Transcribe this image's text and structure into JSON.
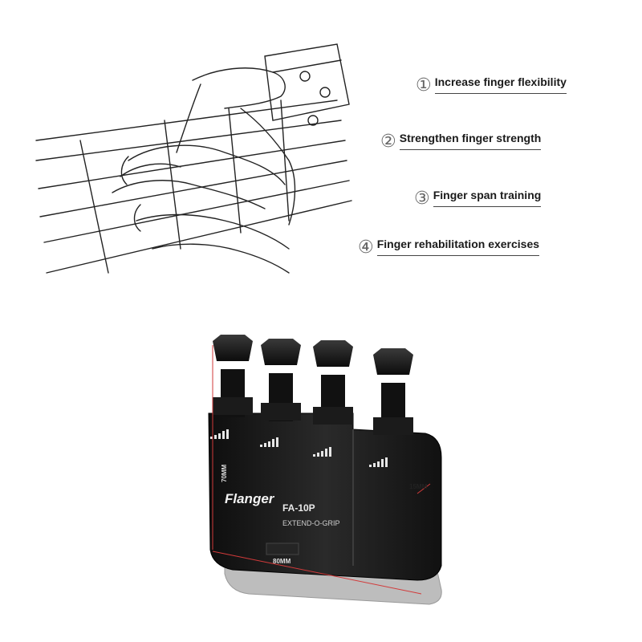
{
  "features": [
    {
      "number": "①",
      "label": "Increase finger flexibility"
    },
    {
      "number": "②",
      "label": "Strengthen finger strength"
    },
    {
      "number": "③",
      "label": "Finger span training"
    },
    {
      "number": "④",
      "label": "Finger rehabilitation exercises"
    }
  ],
  "product": {
    "brand": "Flanger",
    "model": "FA-10P",
    "subtitle": "EXTEND-O-GRIP",
    "dimension_height": "70MM",
    "dimension_width": "80MM",
    "dimension_depth": "15MM"
  },
  "colors": {
    "body": "#1c1c1c",
    "base": "#b9b9b9",
    "dimension_line": "#d23a3a"
  }
}
